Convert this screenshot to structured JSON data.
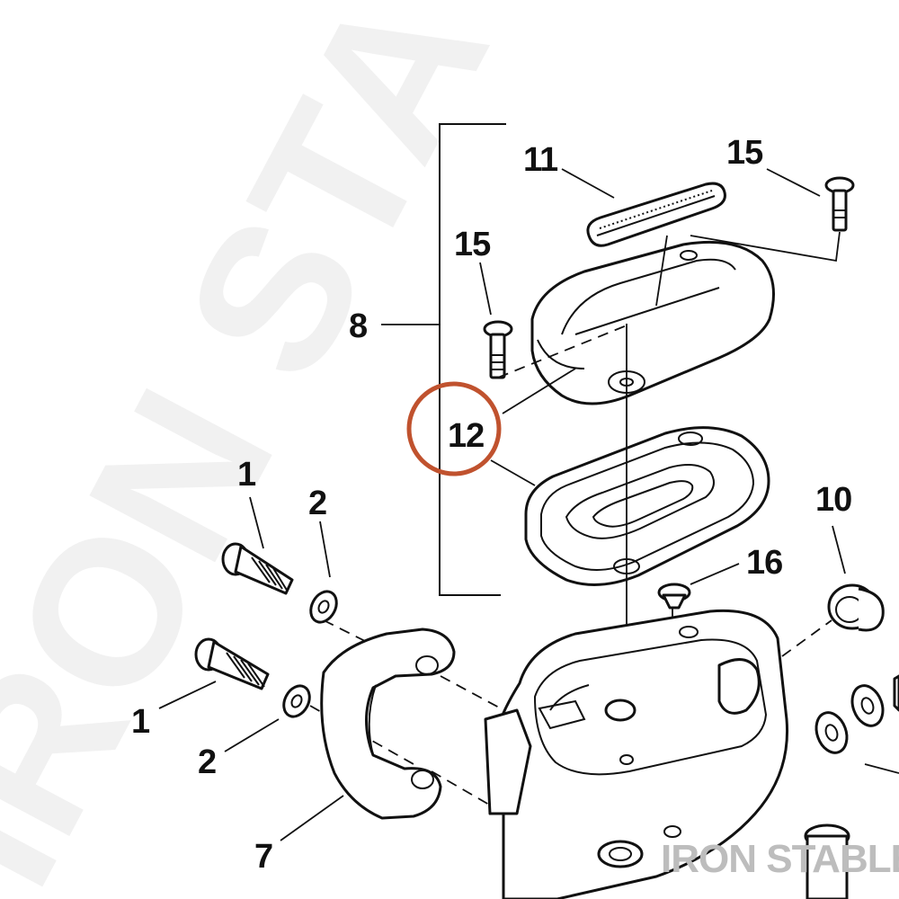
{
  "callouts": {
    "c1a": "1",
    "c1b": "1",
    "c2a": "2",
    "c2b": "2",
    "c7": "7",
    "c8": "8",
    "c10": "10",
    "c11": "11",
    "c12": "12",
    "c15a": "15",
    "c15b": "15",
    "c16": "16"
  },
  "highlight": {
    "target": "12",
    "color": "#c0522e"
  },
  "watermark": {
    "brand": "IRON STABLE"
  },
  "colors": {
    "line": "#111111",
    "watermark": "#bdbdbd"
  }
}
